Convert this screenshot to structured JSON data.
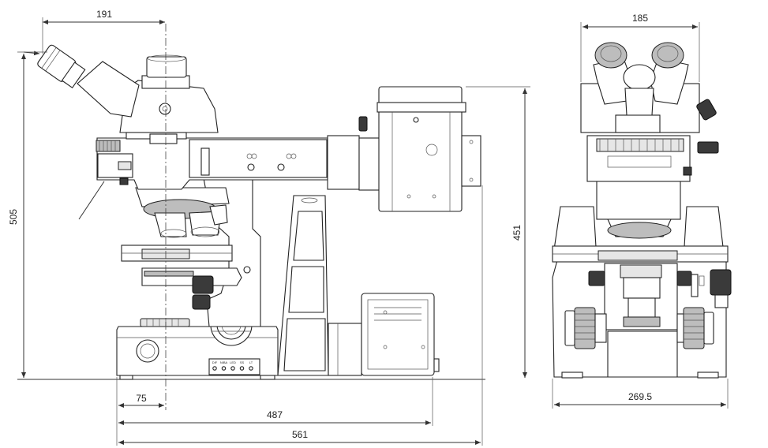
{
  "dimensions": {
    "side_top_width": "191",
    "side_height": "505",
    "lamp_height": "451",
    "stage_offset": "75",
    "base_to_lamp": "487",
    "total_depth": "561",
    "front_top_width": "185",
    "front_base_width": "269.5"
  },
  "panel_labels": [
    "DIF",
    "NIBA",
    "LED",
    "SS",
    "LT"
  ]
}
